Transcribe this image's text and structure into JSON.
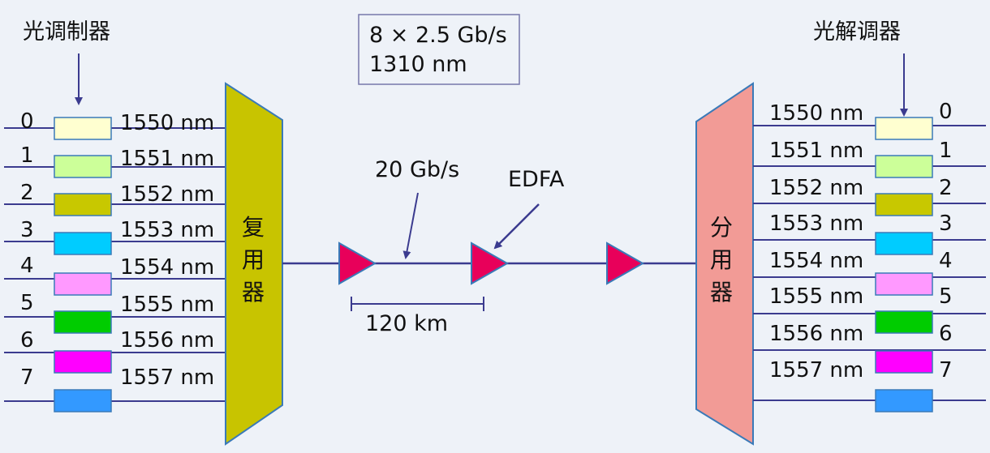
{
  "modulator_title": "光调制器",
  "demodulator_title": "光解调器",
  "info_box": {
    "line1": "8 × 2.5 Gb/s",
    "line2": "1310 nm"
  },
  "mux_label": [
    "复",
    "用",
    "器"
  ],
  "demux_label": [
    "分",
    "用",
    "器"
  ],
  "channels": [
    {
      "index": "0",
      "wavelength": "1550 nm",
      "color": "#ffffd0"
    },
    {
      "index": "1",
      "wavelength": "1551 nm",
      "color": "#ccff99"
    },
    {
      "index": "2",
      "wavelength": "1552 nm",
      "color": "#c8c800"
    },
    {
      "index": "3",
      "wavelength": "1553 nm",
      "color": "#00ccff"
    },
    {
      "index": "4",
      "wavelength": "1554 nm",
      "color": "#ff99ff"
    },
    {
      "index": "5",
      "wavelength": "1555 nm",
      "color": "#00cc00"
    },
    {
      "index": "6",
      "wavelength": "1556 nm",
      "color": "#ff00ff"
    },
    {
      "index": "7",
      "wavelength": "1557 nm",
      "color": "#3399ff"
    }
  ],
  "link_rate": "20 Gb/s",
  "amplifier_label": "EDFA",
  "span_length": "120 km",
  "colors": {
    "line": "#3b3b8f",
    "mux": "#c8c400",
    "demux": "#f29b96",
    "amplifier": "#e8005a",
    "border": "#3a7ab8"
  }
}
